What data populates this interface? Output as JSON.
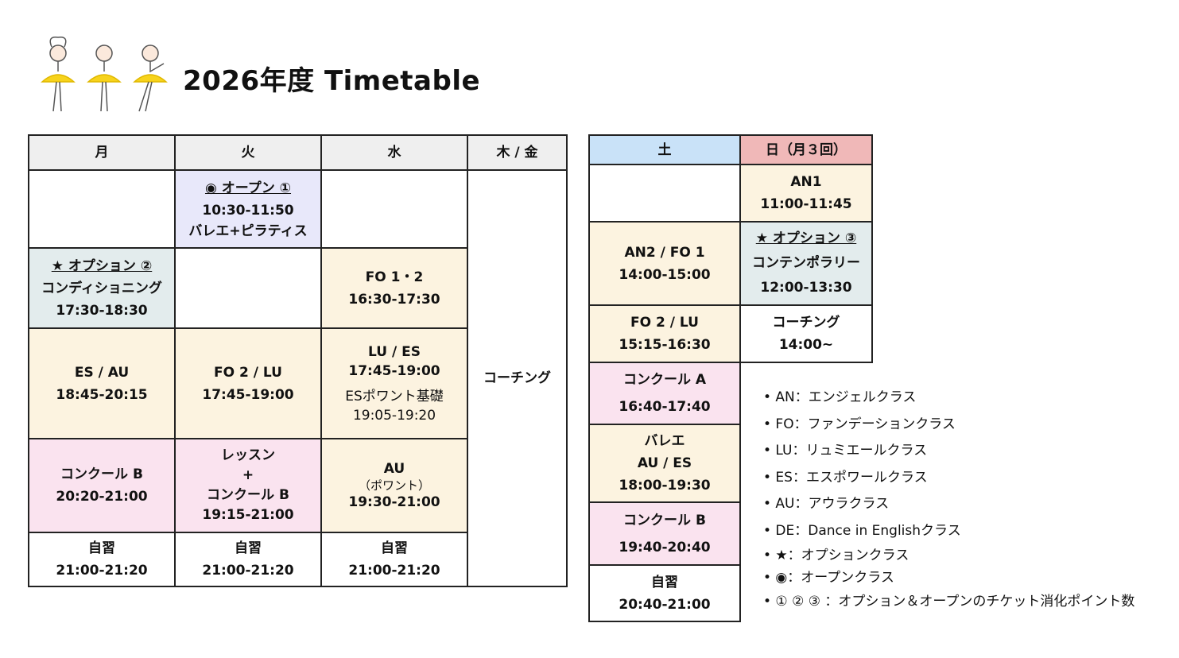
{
  "title": "2026年度  Timetable",
  "weekday_table": {
    "headers": [
      "月",
      "火",
      "水",
      "木 / 金"
    ],
    "mon": {
      "r2": [
        "★ オプション ②",
        "コンディショニング",
        "17:30-18:30"
      ],
      "r3": [
        "ES / AU",
        "18:45-20:15"
      ],
      "r4": [
        "コンクール B",
        "20:20-21:00"
      ],
      "r5": [
        "自習",
        "21:00-21:20"
      ]
    },
    "tue": {
      "r1": [
        "◉ オープン ①",
        "10:30-11:50",
        "バレエ+ピラティス"
      ],
      "r3": [
        "FO 2 / LU",
        "17:45-19:00"
      ],
      "r4": [
        "レッスン",
        "+",
        "コンクール B",
        "19:15-21:00"
      ],
      "r5": [
        "自習",
        "21:00-21:20"
      ]
    },
    "wed": {
      "r2": [
        "FO 1・2",
        "16:30-17:30"
      ],
      "r3": [
        "LU / ES",
        "17:45-19:00",
        "ESポワント基礎",
        "19:05-19:20"
      ],
      "r4": [
        "AU",
        "（ポワント）",
        "19:30-21:00"
      ],
      "r5": [
        "自習",
        "21:00-21:20"
      ]
    },
    "thu_fri": "コーチング"
  },
  "weekend_table": {
    "headers": [
      "土",
      "日（月３回）"
    ],
    "sat": [
      [
        "AN2 / FO 1",
        "14:00-15:00"
      ],
      [
        "FO 2 / LU",
        "15:15-16:30"
      ],
      [
        "コンクール A",
        "16:40-17:40"
      ],
      [
        "バレエ",
        "AU / ES",
        "18:00-19:30"
      ],
      [
        "コンクール B",
        "19:40-20:40"
      ],
      [
        "自習",
        "20:40-21:00"
      ]
    ],
    "sun": [
      [
        "AN1",
        "11:00-11:45"
      ],
      [
        "★ オプション ③",
        "コンテンポラリー",
        "12:00-13:30"
      ],
      [
        "コーチング",
        "14:00~"
      ]
    ]
  },
  "legend": [
    "• AN：エンジェルクラス",
    "• FO：ファンデーションクラス",
    "• LU：リュミエールクラス",
    "• ES：エスポワールクラス",
    "• AU：アウラクラス",
    "• DE：Dance in Englishクラス",
    "• ★：オプションクラス",
    "• ◉：オープンクラス",
    "• ① ② ③ ：オプション＆オープンのチケット消化ポイント数"
  ],
  "colors": {
    "cream": "#fcf3e0",
    "lavender": "#e8e8fa",
    "teal": "#e3eced",
    "pink": "#fae3ef",
    "sat_header": "#c9e2f8",
    "sun_header": "#f0b8b8"
  }
}
